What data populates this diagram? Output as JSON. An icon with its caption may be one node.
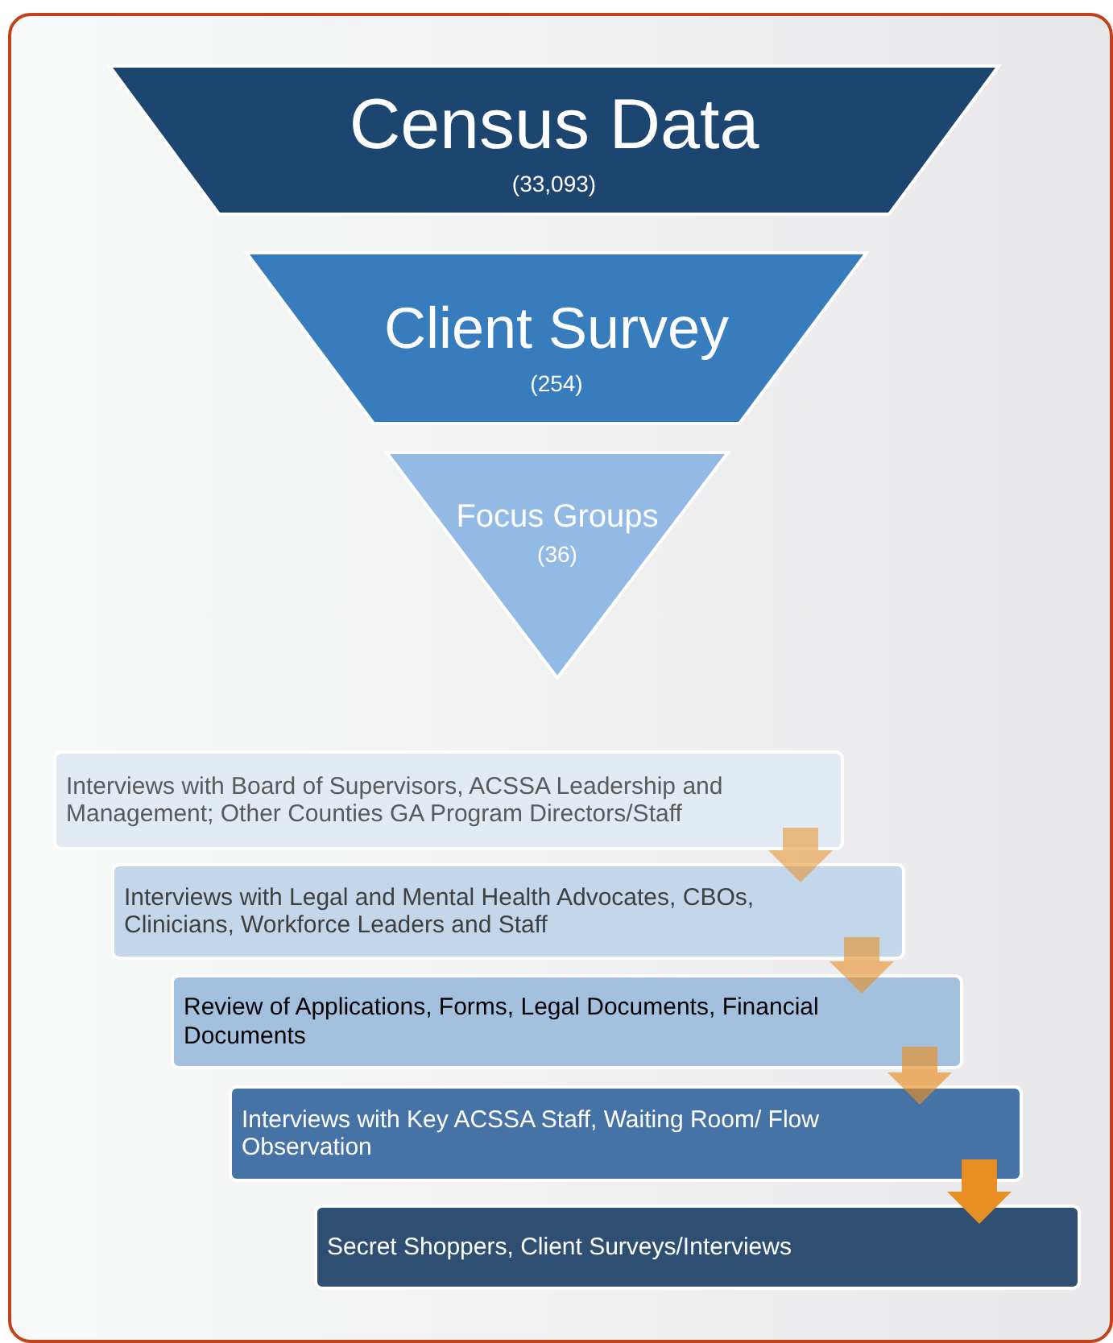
{
  "diagram": {
    "nodes": [
      {
        "text": [
          "Census Data",
          "(33,093)"
        ]
      },
      {
        "text": [
          "Client Survey",
          "(254)"
        ]
      },
      {
        "text": [
          "Focus Groups",
          "(36)"
        ]
      },
      {
        "text": [
          "Interviews with Board of Supervisors, ACSSA Leadership and Management; Other Counties GA Program Directors/Staff"
        ]
      },
      {
        "text": [
          "Interviews with Legal and Mental Health Advocates, CBOs, Clinicians, Workforce Leaders and Staff"
        ]
      },
      {
        "text": [
          "Review of Applications, Forms, Legal Documents, Financial Documents"
        ]
      },
      {
        "text": [
          "Interviews with Key ACSSA Staff, Waiting Room/ Flow Observation"
        ]
      },
      {
        "text": [
          "Secret Shoppers, Client Surveys/Interviews"
        ]
      }
    ],
    "edges": [
      {
        "from": 3,
        "to": 4,
        "arrow": "to"
      },
      {
        "from": 4,
        "to": 5,
        "arrow": "to"
      },
      {
        "from": 5,
        "to": 6,
        "arrow": "to"
      },
      {
        "from": 6,
        "to": 7,
        "arrow": "to"
      }
    ]
  }
}
